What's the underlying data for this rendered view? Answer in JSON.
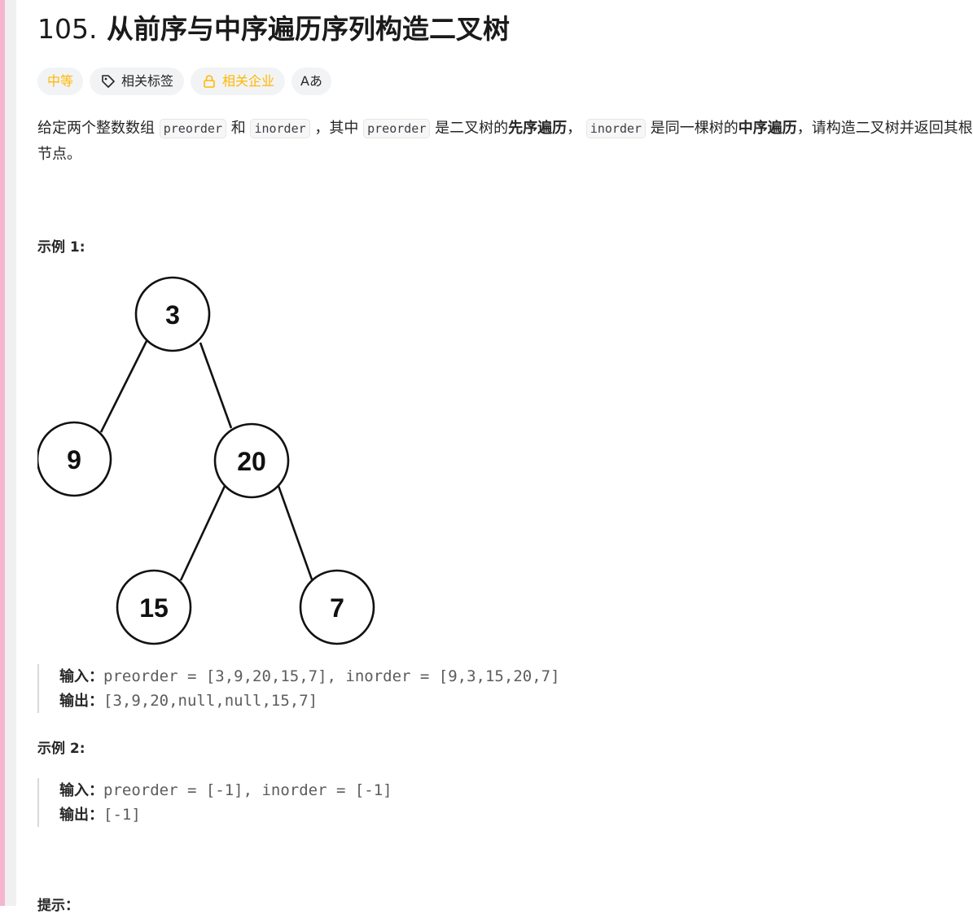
{
  "problem": {
    "number": "105.",
    "title": "从前序与中序遍历序列构造二叉树"
  },
  "tags": {
    "difficulty": "中等",
    "related_tags": "相关标签",
    "related_companies": "相关企业",
    "translate": "Aあ"
  },
  "description": {
    "t1": "给定两个整数数组 ",
    "code1": "preorder",
    "t2": " 和 ",
    "code2": "inorder",
    "t3": " ，其中 ",
    "code3": "preorder",
    "t4": " 是二叉树的",
    "bold1": "先序遍历",
    "t5": "， ",
    "code4": "inorder",
    "t6": " 是同一棵树的",
    "bold2": "中序遍历",
    "t7": "，请构造二叉树并返回其根节点。"
  },
  "example1": {
    "title": "示例 1:",
    "tree": {
      "root": "3",
      "left": "9",
      "right": "20",
      "right_left": "15",
      "right_right": "7"
    },
    "input_label": "输入：",
    "input": "preorder = [3,9,20,15,7], inorder = [9,3,15,20,7]",
    "output_label": "输出：",
    "output": "[3,9,20,null,null,15,7]"
  },
  "example2": {
    "title": "示例 2:",
    "input_label": "输入：",
    "input": "preorder = [-1], inorder = [-1]",
    "output_label": "输出：",
    "output": "[-1]"
  },
  "hints_title": "提示：",
  "colors": {
    "difficulty": "#ffb800",
    "tag_bg": "#f2f3f5",
    "accent_edge": "#f5b5cf"
  }
}
